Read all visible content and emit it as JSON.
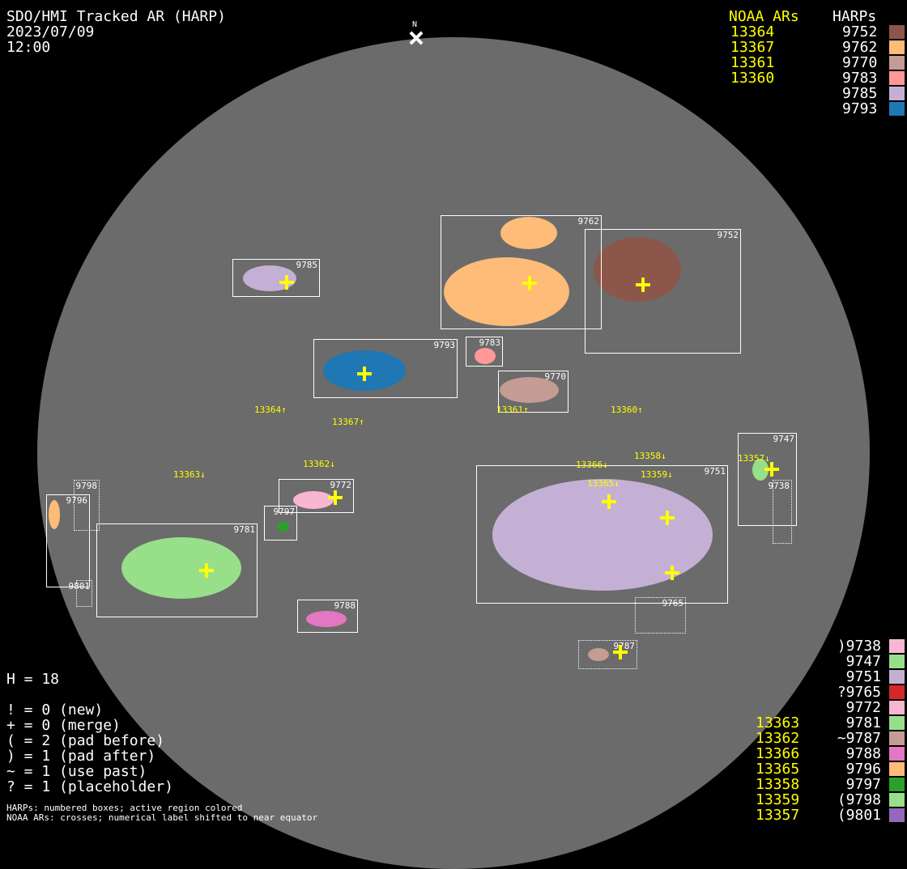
{
  "header": {
    "title": "SDO/HMI Tracked AR (HARP)",
    "date": "2023/07/09",
    "time": "12:00",
    "north": "N"
  },
  "legend_top": {
    "noaa_header": "NOAA ARs",
    "harp_header": "HARPs",
    "rows": [
      {
        "noaa": "13364",
        "harp": "9752",
        "color": "#8c564b"
      },
      {
        "noaa": "13367",
        "harp": "9762",
        "color": "#ffbb78"
      },
      {
        "noaa": "13361",
        "harp": "9770",
        "color": "#c49c94"
      },
      {
        "noaa": "13360",
        "harp": "9783",
        "color": "#ff9896"
      },
      {
        "noaa": "",
        "harp": "9785",
        "color": "#c5b0d5"
      },
      {
        "noaa": "",
        "harp": "9793",
        "color": "#1f77b4"
      }
    ]
  },
  "legend_bottom": {
    "rows": [
      {
        "noaa": "",
        "harp": ")9738",
        "color": "#f7b6d2"
      },
      {
        "noaa": "",
        "harp": "9747",
        "color": "#98df8a"
      },
      {
        "noaa": "",
        "harp": "9751",
        "color": "#c5b0d5"
      },
      {
        "noaa": "",
        "harp": "?9765",
        "color": "#d62728"
      },
      {
        "noaa": "",
        "harp": "9772",
        "color": "#f7b6d2"
      },
      {
        "noaa": "13363",
        "harp": "9781",
        "color": "#98df8a"
      },
      {
        "noaa": "13362",
        "harp": "~9787",
        "color": "#c49c94"
      },
      {
        "noaa": "13366",
        "harp": "9788",
        "color": "#e377c2"
      },
      {
        "noaa": "13365",
        "harp": "9796",
        "color": "#ffbb78"
      },
      {
        "noaa": "13358",
        "harp": "9797",
        "color": "#2ca02c"
      },
      {
        "noaa": "13359",
        "harp": "(9798",
        "color": "#98df8a"
      },
      {
        "noaa": "13357",
        "harp": "(9801",
        "color": "#9467bd"
      }
    ]
  },
  "stats": {
    "h": "H = 18",
    "lines": [
      "! = 0 (new)",
      "+ = 0 (merge)",
      "( = 2 (pad before)",
      ") = 1 (pad after)",
      "~ = 1 (use past)",
      "? = 1 (placeholder)"
    ]
  },
  "footnote": [
    "HARPs: numbered boxes; active region colored",
    "NOAA ARs: crosses; numerical label shifted to near equator"
  ],
  "harp_boxes": [
    "9762",
    "9752",
    "9785",
    "9793",
    "9783",
    "9770",
    "9747",
    "9751",
    "9738",
    "9798",
    "9796",
    "9772",
    "9797",
    "9781",
    "9801",
    "9788",
    "9765",
    "9787"
  ],
  "noaa_labels": [
    "13364↑",
    "13367↑",
    "13361↑",
    "13360↑",
    "13363↓",
    "13362↓",
    "13366↓",
    "13358↓",
    "13359↓",
    "13365↓",
    "13357↓"
  ]
}
